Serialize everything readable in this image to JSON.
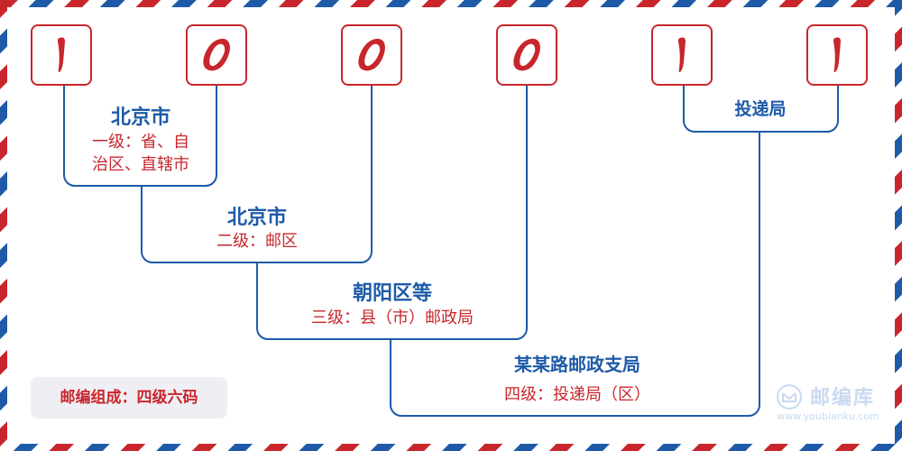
{
  "postcode_digits": [
    "1",
    "0",
    "0",
    "0",
    "1",
    "1"
  ],
  "levels": [
    {
      "title": "北京市",
      "desc_line1": "一级：省、自",
      "desc_line2": "治区、直辖市"
    },
    {
      "title": "北京市",
      "desc": "二级：邮区"
    },
    {
      "title": "朝阳区等",
      "desc": "三级：县（市）邮政局"
    },
    {
      "title": "某某路邮政支局",
      "desc": "四级：投递局（区）"
    },
    {
      "title": "投递局"
    }
  ],
  "composition_label": "邮编组成：四级六码",
  "brand": {
    "name": "邮编库",
    "url": "www.youbianku.com",
    "icon": "envelope-circle-icon"
  },
  "colors": {
    "red": "#c8262c",
    "blue": "#1e5aa8",
    "badge_bg": "#efeff3",
    "watermark": "#c9daf0"
  }
}
